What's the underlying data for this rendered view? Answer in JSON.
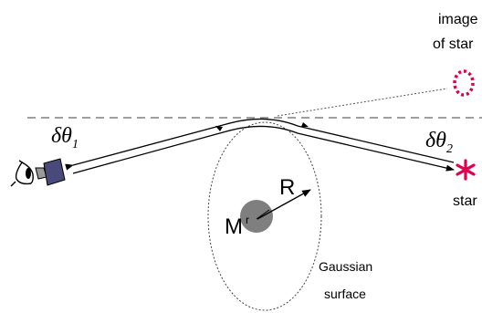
{
  "labels": {
    "image_line1": "image",
    "image_line2": "of star",
    "star": "star",
    "mass": "M",
    "radius_big": "R",
    "radius_small": "r",
    "gaussian_line1": "Gaussian",
    "gaussian_line2": "surface",
    "delta1_base": "δθ",
    "delta1_sub": "1",
    "delta2_base": "δθ",
    "delta2_sub": "2"
  },
  "icons": {
    "star_marker": "asterisk-icon",
    "eye": "eye-icon",
    "camera": "camera-icon"
  },
  "colors": {
    "star": "#e0004f",
    "image_of_star": "#e0004f",
    "mass_fill": "#7f7f7f",
    "camera_body": "#4a4a7a"
  }
}
